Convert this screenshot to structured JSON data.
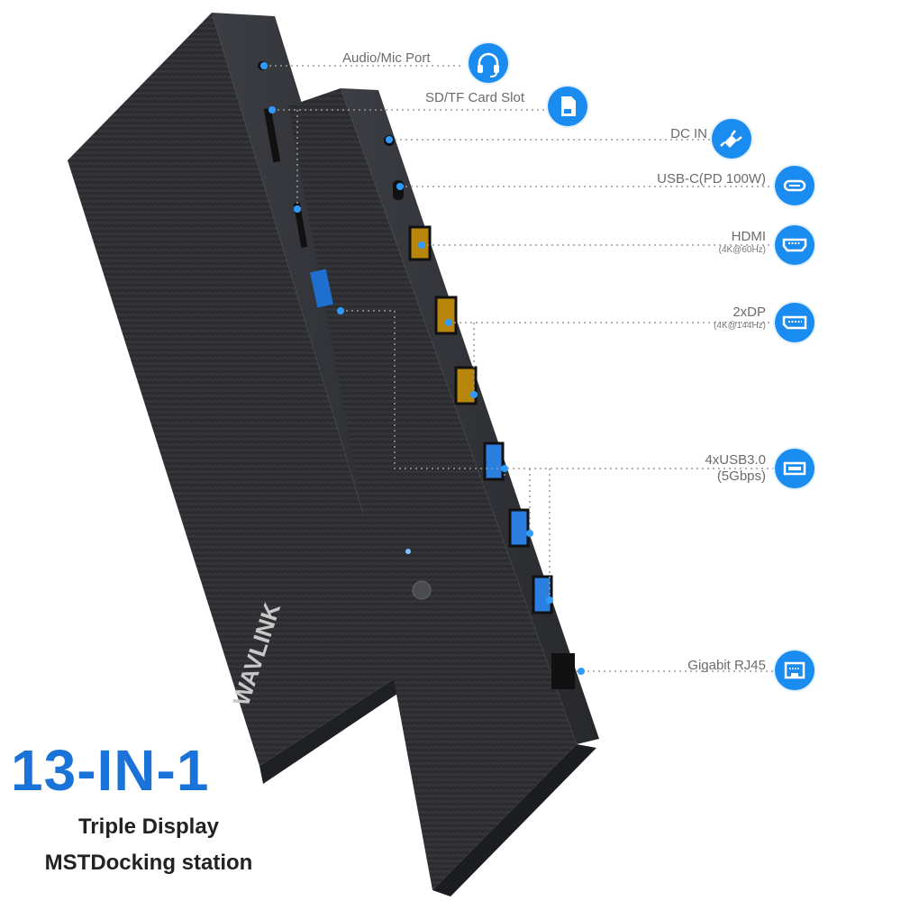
{
  "brand": "WAVLINK",
  "headline": "13-IN-1",
  "subheadline_1": "Triple Display",
  "subheadline_2": "MSTDocking station",
  "ports": [
    {
      "label": "Audio/Mic Port",
      "icon": "headset-icon"
    },
    {
      "label": "SD/TF Card Slot",
      "icon": "sd-card-icon"
    },
    {
      "label": "DC IN",
      "icon": "dc-plug-icon"
    },
    {
      "label": "USB-C(PD 100W)",
      "icon": "usb-c-icon"
    },
    {
      "label": "HDMI",
      "sub": "(4K@60Hz)",
      "icon": "hdmi-icon"
    },
    {
      "label": "2xDP",
      "sub": "(4K@144Hz)",
      "icon": "displayport-icon"
    },
    {
      "label": "4xUSB3.0",
      "sub": "(5Gbps)",
      "icon": "usb-a-icon"
    },
    {
      "label": "Gigabit RJ45",
      "icon": "ethernet-icon"
    }
  ],
  "colors": {
    "accent": "#1a8cf0",
    "headline": "#1a73d8",
    "device": "#2b2b2e"
  }
}
